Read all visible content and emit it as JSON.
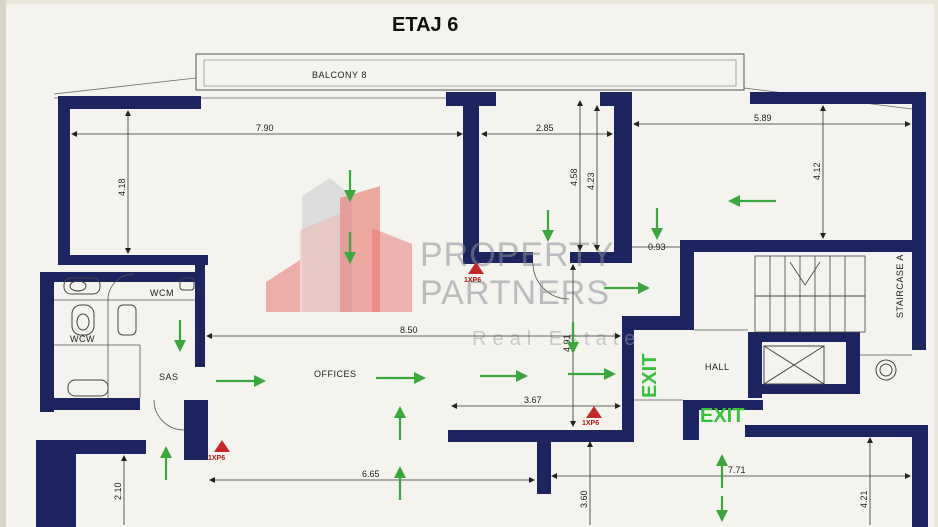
{
  "plan": {
    "title": "ETAJ 6",
    "balcony_label": "BALCONY 8",
    "rooms": {
      "wcm": "WCM",
      "wcw": "WCW",
      "sas": "SAS",
      "offices": "OFFICES",
      "hall": "HALL",
      "staircase": "STAIRCASE A"
    },
    "dimensions": {
      "d790": "7.90",
      "d285": "2.85",
      "d589": "5.89",
      "d418": "4.18",
      "d458": "4.58",
      "d423": "4.23",
      "d412": "4.12",
      "d093": "0.93",
      "d850": "8.50",
      "d491": "4.91",
      "d367": "3.67",
      "d665": "6.65",
      "d771": "7.71",
      "d210": "2.10",
      "d360": "3.60",
      "d421": "4.21"
    },
    "exits": [
      "EXIT",
      "EXIT"
    ],
    "extinguishers": [
      "1XP6",
      "1XP6",
      "1XP6"
    ]
  },
  "watermark": {
    "line1": "PROPERTY",
    "line2": "PARTNERS",
    "line3": "Real Estate"
  },
  "colors": {
    "wall": "#1d2560",
    "arrow": "#3aa83a",
    "exit_text": "#37c23a",
    "extinguisher": "#c62828",
    "logo_red": "#e8746e",
    "paper": "#f4f3ee"
  }
}
